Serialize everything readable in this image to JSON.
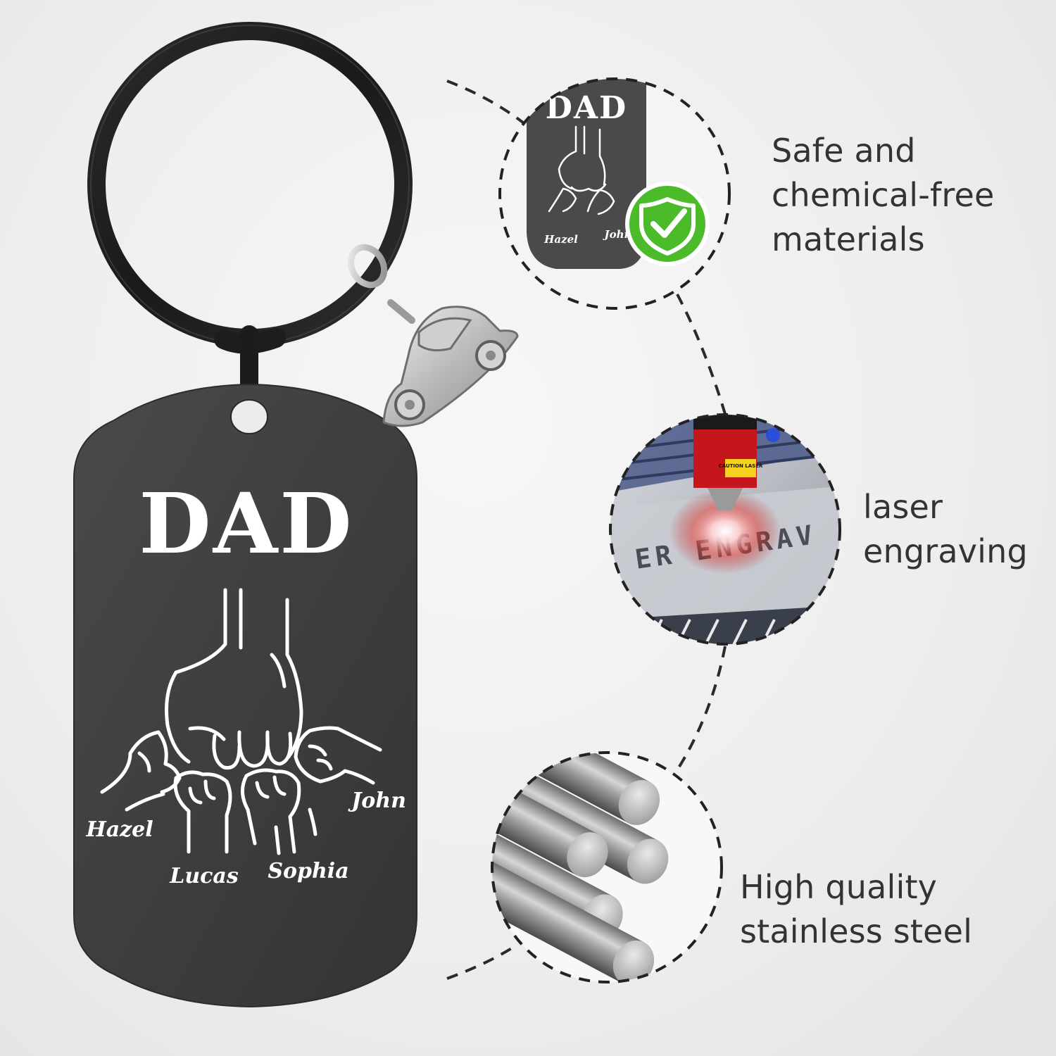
{
  "keychain": {
    "tag_title": "DAD",
    "names": [
      "Hazel",
      "Lucas",
      "Sophia",
      "John"
    ],
    "finish_color": "#3d3d3f",
    "charm_icon": "car-charm"
  },
  "features": [
    {
      "icon": "shield-check-icon",
      "lines": [
        "Safe and",
        "chemical-free",
        "materials"
      ]
    },
    {
      "icon": "laser-engraver-icon",
      "lines": [
        "laser",
        "engraving"
      ]
    },
    {
      "icon": "steel-rods-icon",
      "lines": [
        "High quality",
        "stainless steel"
      ]
    }
  ],
  "inset_tag": {
    "title": "DAD",
    "names": [
      "Hazel",
      "John"
    ]
  },
  "laser_photo": {
    "engraved_text": "ER ENGRAV",
    "label_text": "CAUTION LASER"
  },
  "colors": {
    "check_badge": "#4cbb2a",
    "text": "#333333",
    "laser_head": "#c4161c"
  }
}
